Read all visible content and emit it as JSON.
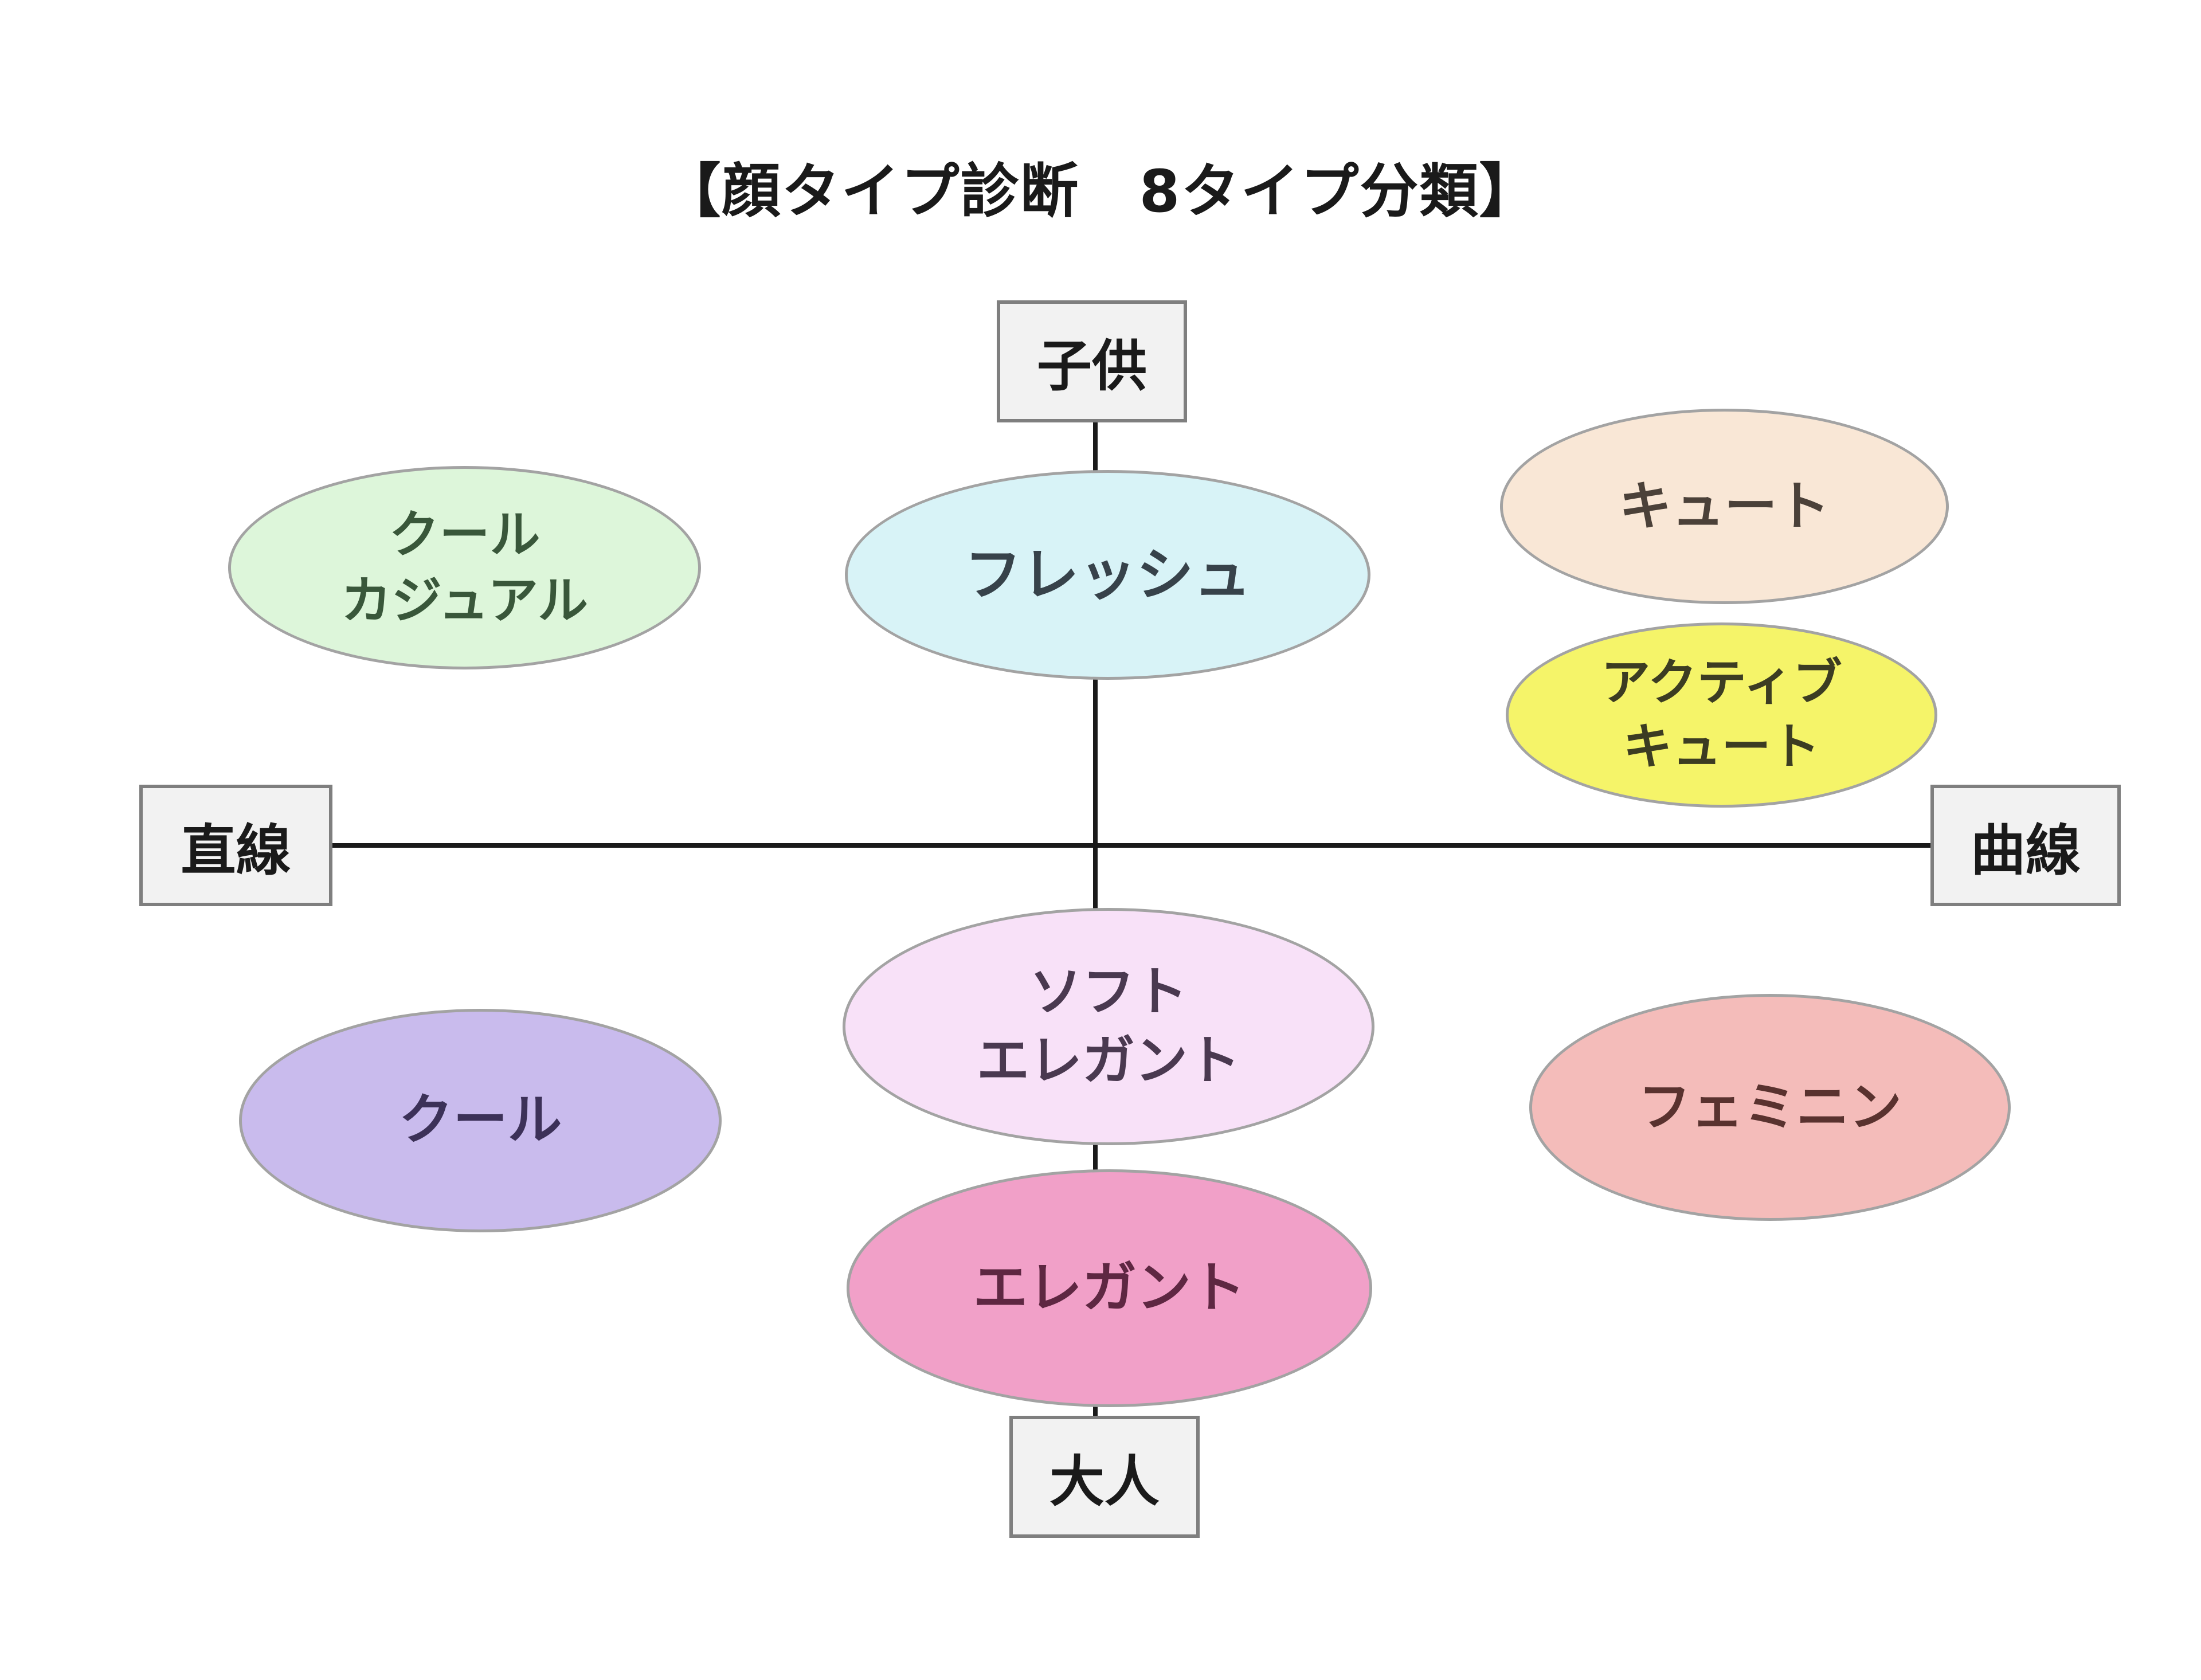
{
  "title": "【顔タイプ診断　8タイプ分類】",
  "axis_labels": {
    "top": "子供",
    "bottom": "大人",
    "left": "直線",
    "right": "曲線"
  },
  "types": [
    {
      "name": "cool-casual",
      "lines": [
        "クール",
        "カジュアル"
      ],
      "fill": "#ddf6da",
      "text_color": "#39573a"
    },
    {
      "name": "fresh",
      "lines": [
        "フレッシュ"
      ],
      "fill": "#d8f3f7",
      "text_color": "#37424a"
    },
    {
      "name": "cute",
      "lines": [
        "キュート"
      ],
      "fill": "#f9e7d6",
      "text_color": "#4b4139"
    },
    {
      "name": "active-cute",
      "lines": [
        "アクティブ",
        "キュート"
      ],
      "fill": "#f5f469",
      "text_color": "#3c3c22"
    },
    {
      "name": "cool",
      "lines": [
        "クール"
      ],
      "fill": "#c9bbed",
      "text_color": "#3c3158"
    },
    {
      "name": "soft-elegant",
      "lines": [
        "ソフト",
        "エレガント"
      ],
      "fill": "#f8e1f8",
      "text_color": "#4a3950"
    },
    {
      "name": "feminine",
      "lines": [
        "フェミニン"
      ],
      "fill": "#f4bcba",
      "text_color": "#59322f"
    },
    {
      "name": "elegant",
      "lines": [
        "エレガント"
      ],
      "fill": "#f1a0c8",
      "text_color": "#5e2742"
    }
  ],
  "colors": {
    "background": "#ffffff",
    "axis_line": "#1a1a1a",
    "box_fill": "#f2f2f2",
    "box_border": "#7f7f7f",
    "ellipse_border": "#a3a3a3",
    "title_color": "#1a1a1a"
  }
}
